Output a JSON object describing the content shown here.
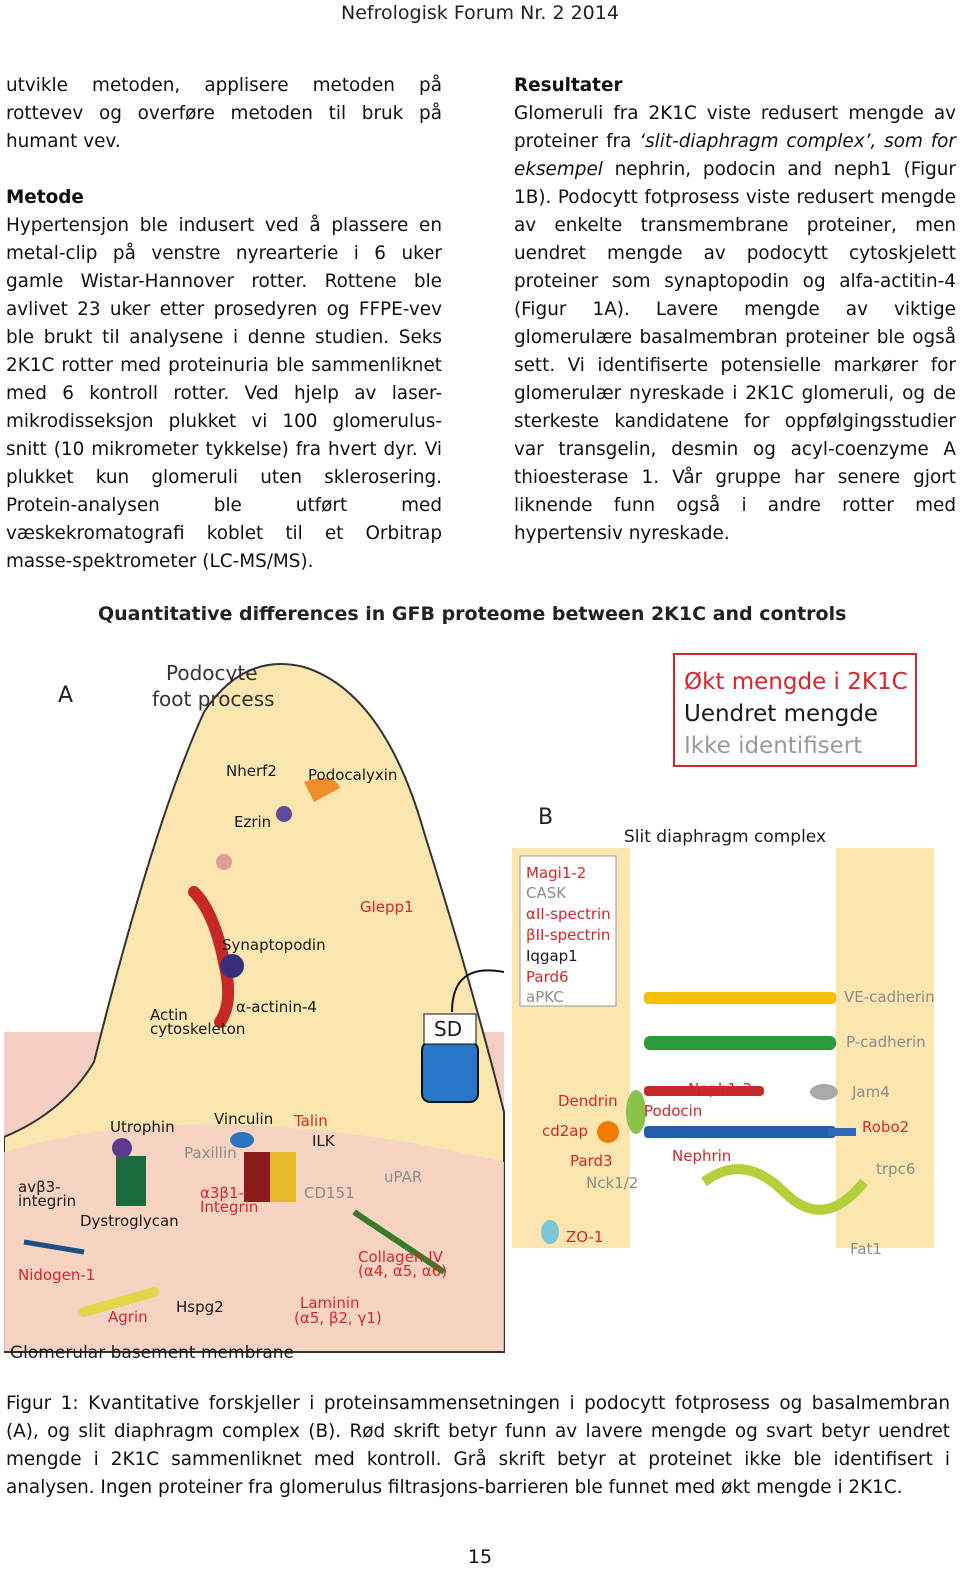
{
  "header": "Nefrologisk Forum Nr. 2 2014",
  "left_column": {
    "intro": "utvikle metoden, applisere metoden på rottevev og overføre metoden til bruk på humant vev.",
    "method_heading": "Metode",
    "method_body": "Hypertensjon ble indusert ved å plassere en metal-clip på venstre nyrearterie i 6 uker gamle Wistar-Hannover rotter. Rottene ble avlivet 23 uker etter prosedyren og FFPE-vev ble brukt til analysene i denne studien. Seks 2K1C rotter med proteinuria ble sammenliknet med 6 kontroll rotter. Ved hjelp av laser-mikrodisseksjon plukket vi 100 glomerulus-snitt (10 mikrometer tykkelse) fra hvert dyr. Vi plukket kun glomeruli uten sklerosering. Protein-analysen ble utført med væskekromatografi koblet til et Orbitrap masse-spektrometer (LC-MS/MS)."
  },
  "right_column": {
    "results_heading": "Resultater",
    "results_part1": "Glomeruli fra 2K1C viste redusert mengde av proteiner fra ",
    "results_italic": "‘slit-diaphragm complex’, som for eksempel",
    "results_part2": " nephrin, podocin and neph1 (Figur 1B). Podocytt fotprosess viste redusert mengde av enkelte transmembrane proteiner, men uendret mengde av podocytt cytoskjelett proteiner som synaptopodin og alfa-actitin-4 (Figur 1A). Lavere mengde av viktige glomerulære basalmembran proteiner ble også sett. Vi identifiserte potensielle markører for glomerulær nyreskade i 2K1C glomeruli, og de sterkeste kandidatene for oppfølgingsstudier var transgelin, desmin og acyl-coenzyme A thioesterase 1. Vår gruppe har senere gjort liknende funn også i andre rotter med hypertensiv nyreskade."
  },
  "figure": {
    "title": "Quantitative differences in GFB proteome between 2K1C and controls",
    "panel_a_label": "A",
    "panel_b_label": "B",
    "podocyte_line1": "Podocyte",
    "podocyte_line2": "foot process",
    "legend": {
      "increased": "Økt mengde i 2K1C",
      "unchanged": "Uendret mengde",
      "not_identified": "Ikke identifisert"
    },
    "slit_title": "Slit diaphragm complex",
    "sd_label": "SD",
    "gbm_label": "Glomerular basement membrane",
    "panel_a_labels": {
      "nherf2": "Nherf2",
      "podocalyxin": "Podocalyxin",
      "ezrin": "Ezrin",
      "glepp1": "Glepp1",
      "synaptopodin": "Synaptopodin",
      "actinin": "α-actinin-4",
      "actin1": "Actin",
      "actin2": "cytoskeleton",
      "utrophin": "Utrophin",
      "vinculin": "Vinculin",
      "talin": "Talin",
      "ilk": "ILK",
      "paxillin": "Paxillin",
      "avb3_1": "avβ3-",
      "avb3_2": "integrin",
      "a3b1_1": "α3β1-",
      "a3b1_2": "Integrin",
      "cd151": "CD151",
      "upar": "uPAR",
      "dystroglycan": "Dystroglycan",
      "nidogen": "Nidogen-1",
      "agrin": "Agrin",
      "hspg2": "Hspg2",
      "collagen1": "Collagen IV",
      "collagen2": "(α4, α5, α6)",
      "laminin1": "Laminin",
      "laminin2": "(α5, β2, γ1)"
    },
    "panel_b_labels": {
      "magi": "Magi1-2",
      "cask": "CASK",
      "aII": "αII-spectrin",
      "bII": "βII-spectrin",
      "iqgap": "Iqgap1",
      "pard6": "Pard6",
      "apkc": "aPKC",
      "vecad": "VE-cadherin",
      "pcad": "P-cadherin",
      "jam4": "Jam4",
      "robo2": "Robo2",
      "trpc6": "trpc6",
      "fat1": "Fat1",
      "neph13": "Neph1-3",
      "podocin": "Podocin",
      "nephrin": "Nephrin",
      "dendrin": "Dendrin",
      "cd2ap": "cd2ap",
      "pard3": "Pard3",
      "nck": "Nck1/2",
      "zo1": "ZO-1"
    },
    "colors": {
      "red": "#d7262b",
      "grey": "#8c8c8c",
      "black": "#1a1a1a",
      "cell": "#fbe6b0",
      "gbm": "#f6cfc4"
    }
  },
  "caption": "Figur 1: Kvantitative forskjeller i proteinsammensetningen i podocytt fotprosess og basalmembran (A), og slit diaphragm complex (B). Rød skrift betyr funn av lavere mengde og svart betyr uendret mengde i 2K1C sammenliknet med kontroll. Grå skrift betyr at proteinet ikke ble identifisert i analysen. Ingen proteiner fra glomerulus filtrasjons-barrieren ble funnet med økt mengde i 2K1C.",
  "page_number": "15"
}
